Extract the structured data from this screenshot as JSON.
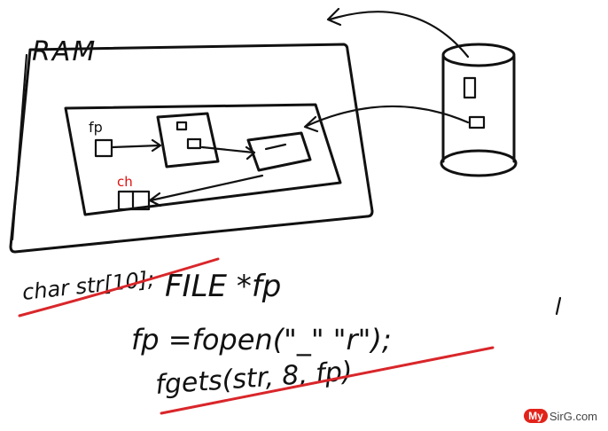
{
  "labels": {
    "ram": "RAM",
    "fp": "fp",
    "ch": "ch"
  },
  "code": {
    "char_decl": "char str[10];",
    "file_decl": "FILE *fp",
    "fopen_line": "fp =fopen(\"_\" \"r\");",
    "fgets_line": "fgets(str, 8, fp)"
  },
  "watermark": {
    "badge": "My",
    "rest": "SirG.com"
  },
  "colors": {
    "ink": "#111111",
    "underline": "#d9262a",
    "label_red": "#e01010",
    "brand": "#e2231a"
  }
}
